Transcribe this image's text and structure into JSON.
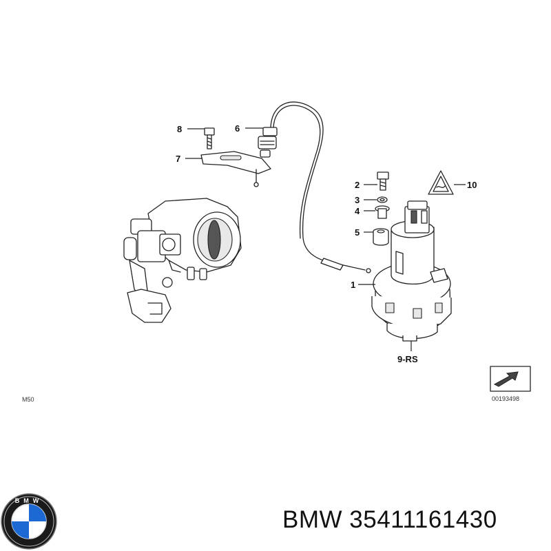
{
  "diagram": {
    "parts": [
      {
        "id": "8",
        "label": "8"
      },
      {
        "id": "6",
        "label": "6"
      },
      {
        "id": "7",
        "label": "7"
      },
      {
        "id": "2",
        "label": "2"
      },
      {
        "id": "3",
        "label": "3"
      },
      {
        "id": "4",
        "label": "4"
      },
      {
        "id": "5",
        "label": "5"
      },
      {
        "id": "10",
        "label": "10"
      },
      {
        "id": "1",
        "label": "1"
      },
      {
        "id": "9-RS",
        "label": "9-RS"
      }
    ],
    "engine_code": "M50",
    "diagram_number": "00193498"
  },
  "logo": {
    "name": "bmw-logo",
    "text": "BMW"
  },
  "footer": {
    "part_reference": "BMW 35411161430"
  },
  "colors": {
    "line": "#222222",
    "logo_blue": "#1c69d4",
    "background": "#ffffff"
  }
}
